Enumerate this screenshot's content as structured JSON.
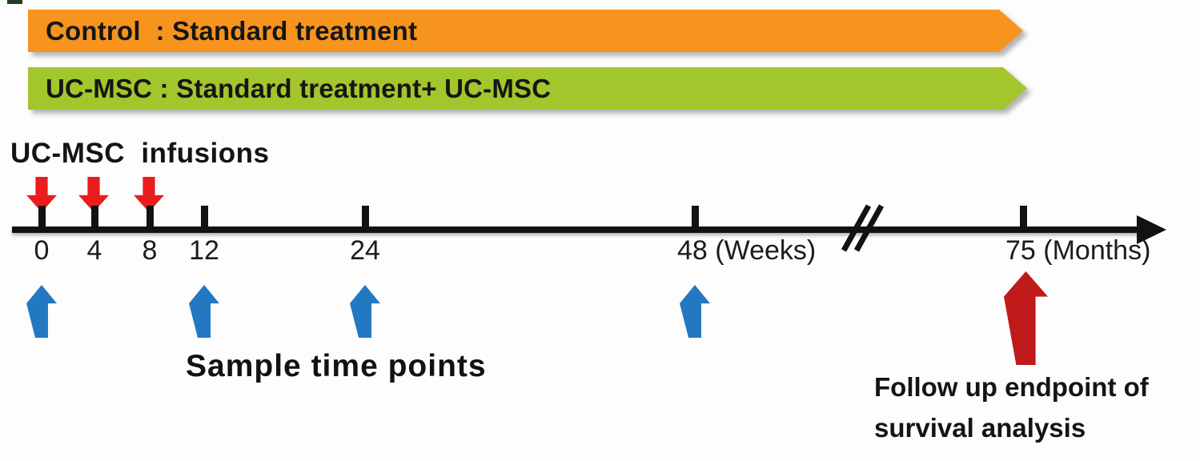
{
  "colors": {
    "orange": "#F7941E",
    "green": "#A3C62C",
    "red-bright": "#EB1C1C",
    "red-dark": "#C01A1A",
    "blue": "#2279C2"
  },
  "banners": {
    "control": {
      "label": "Control  : Standard treatment"
    },
    "ucmsc": {
      "label": "UC-MSC : Standard treatment+ UC-MSC"
    }
  },
  "infusions": {
    "title": "UC-MSC  infusions",
    "weeks": [
      0,
      4,
      8
    ]
  },
  "timeline": {
    "unit_week_label": "(Weeks)",
    "unit_month_label": "(Months)",
    "has_axis_break": true,
    "ticks": [
      {
        "label": "0"
      },
      {
        "label": "4"
      },
      {
        "label": "8"
      },
      {
        "label": "12"
      },
      {
        "label": "24"
      },
      {
        "label": "48 (Weeks)"
      },
      {
        "label": "75 (Months)"
      }
    ]
  },
  "samples": {
    "title": "Sample time points",
    "weeks": [
      0,
      12,
      24,
      48
    ]
  },
  "endpoint": {
    "line1": "Follow up endpoint of",
    "line2": "survival analysis",
    "month": 75
  }
}
